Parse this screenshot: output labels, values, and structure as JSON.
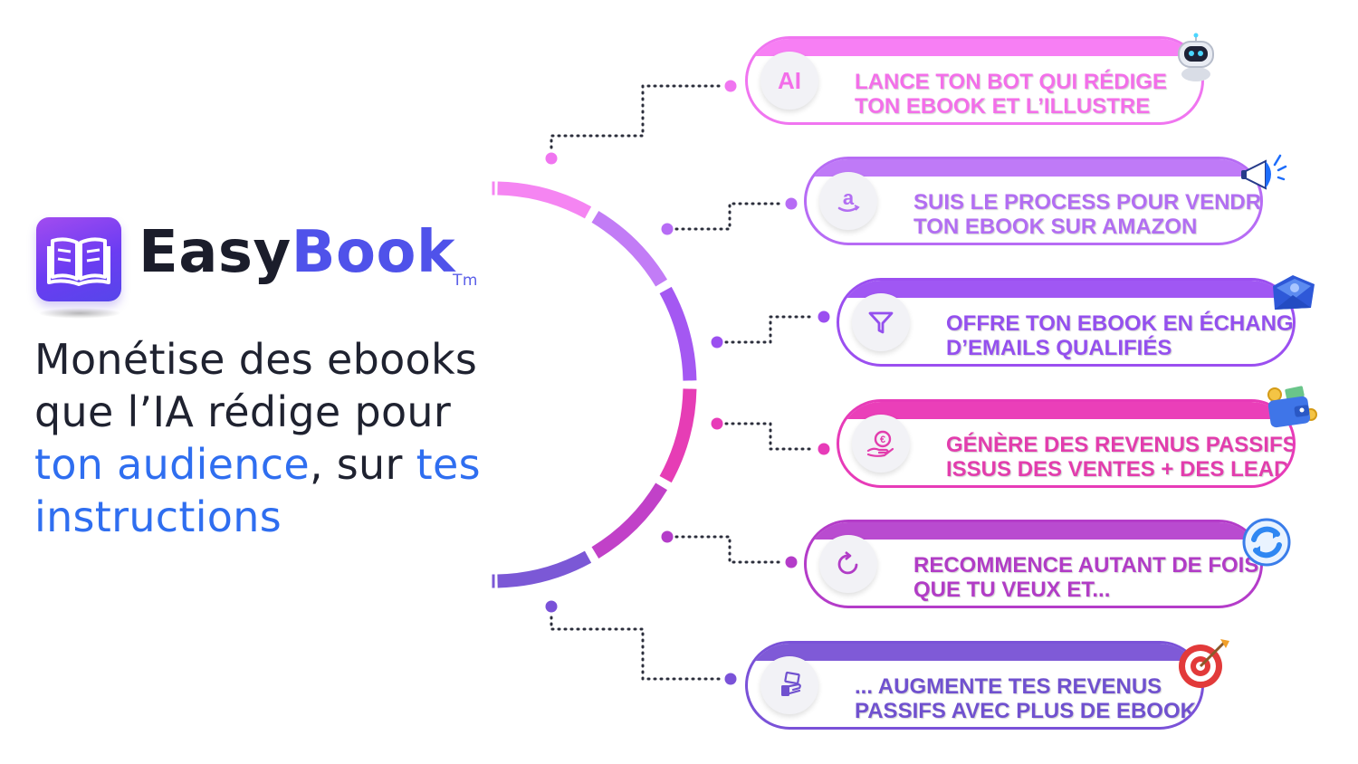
{
  "brand": {
    "easy": "Easy",
    "book": "Book",
    "tm": "Tm"
  },
  "headline": {
    "line1": "Monétise des ebooks",
    "line2": "que l’IA rédige pour",
    "line3_blue": "ton audience",
    "line3_mid": ", sur ",
    "line3_blue2": "tes",
    "line4_blue": "instructions"
  },
  "colors": {
    "text_dark": "#1f2230",
    "accent_blue": "#2f6ef0",
    "brand_purple": "#4f52ea"
  },
  "steps": [
    {
      "icon": "ai-icon",
      "icon_text": "AI",
      "line1": "LANCE TON BOT QUI RÉDIGE",
      "line2": "TON EBOOK ET L’ILLUSTRE",
      "color": "#f075f0",
      "cap": "#f77ff4"
    },
    {
      "icon": "amazon-icon",
      "icon_text": "",
      "line1": "SUIS LE PROCESS POUR VENDRE",
      "line2": "TON EBOOK SUR AMAZON",
      "color": "#b76cf5",
      "cap": "#bf7af7"
    },
    {
      "icon": "funnel-icon",
      "icon_text": "",
      "line1": "OFFRE TON EBOOK EN ÉCHANGE",
      "line2": "D’EMAILS QUALIFIÉS",
      "color": "#9b4ff0",
      "cap": "#a057f3"
    },
    {
      "icon": "euro-hand-icon",
      "icon_text": "",
      "line1": "GÉNÈRE DES REVENUS PASSIFS",
      "line2": "ISSUS DES VENTES + DES LEADS",
      "color": "#e73bb8",
      "cap": "#ea3fb9"
    },
    {
      "icon": "refresh-icon",
      "icon_text": "",
      "line1": "RECOMMENCE AUTANT DE FOIS",
      "line2": "QUE TU VEUX ET...",
      "color": "#b43cc9",
      "cap": "#b94bd0"
    },
    {
      "icon": "money-hand-icon",
      "icon_text": "",
      "line1": "... AUGMENTE TES REVENUS",
      "line2": "PASSIFS AVEC PLUS DE EBOOKS",
      "color": "#7a52d8",
      "cap": "#7f5ad7"
    }
  ]
}
